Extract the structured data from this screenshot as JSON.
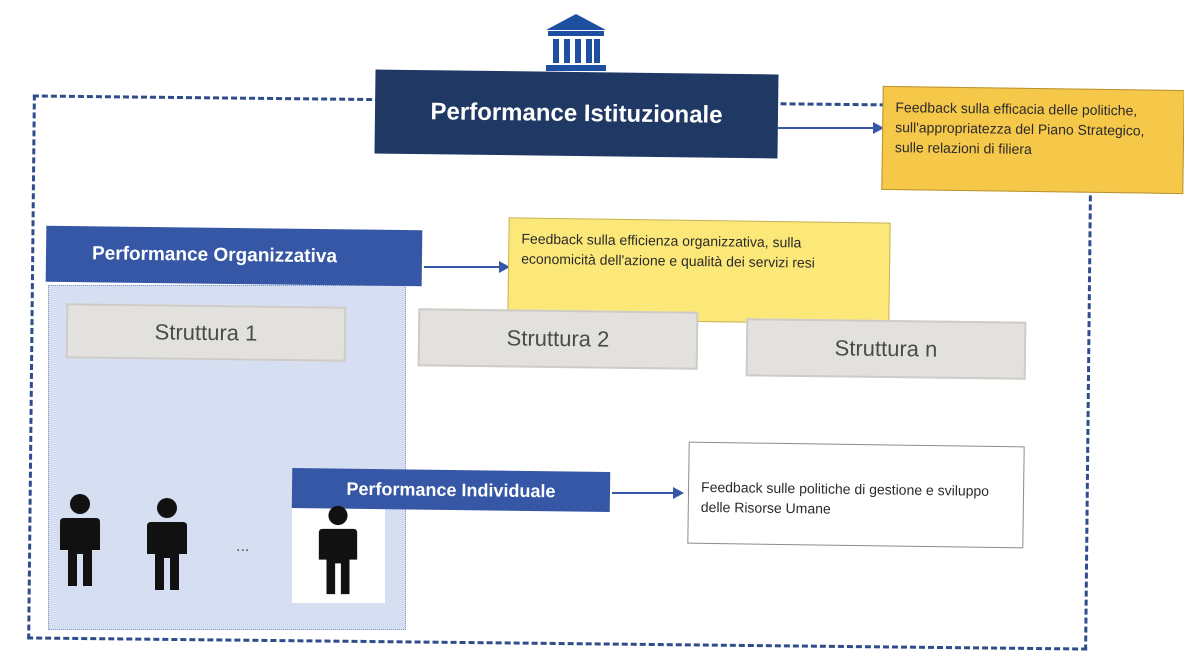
{
  "diagram": {
    "institutional": {
      "label": "Performance Istituzionale",
      "icon": "building-icon"
    },
    "organizational": {
      "label": "Performance Organizzativa"
    },
    "individual": {
      "label": "Performance Individuale"
    },
    "structures": [
      {
        "label": "Struttura 1"
      },
      {
        "label": "Struttura 2"
      },
      {
        "label": "Struttura n"
      }
    ],
    "feedback": {
      "institutional": "Feedback sulla efficacia delle politiche, sull'appropriatezza del Piano Strategico, sulle relazioni di filiera",
      "organizational": "Feedback sulla efficienza organizzativa, sulla economicità dell'azione e qualità dei servizi resi",
      "individual": "Feedback sulle politiche di gestione e sviluppo delle Risorse Umane"
    },
    "ellipsis": "...",
    "colors": {
      "dark_navy": "#1f3864",
      "blue": "#3557a6",
      "light_blue_fill": "#d6dff2",
      "yellow_note": "#fce879",
      "orange_note": "#f6c84a",
      "structure_gray": "#e3e1de"
    }
  }
}
